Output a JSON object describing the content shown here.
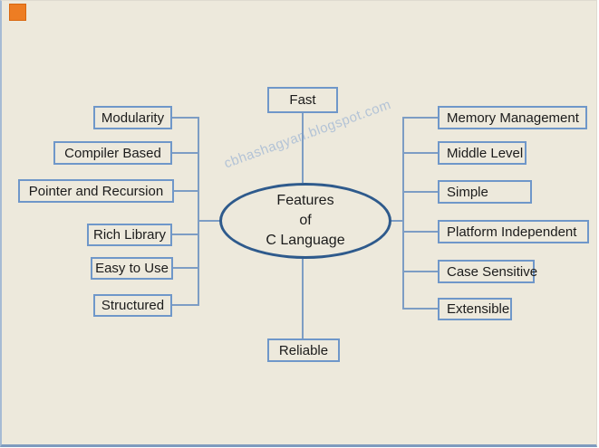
{
  "diagram": {
    "watermark": "cbhashagyan.blogspot.com",
    "center": {
      "line1": "Features",
      "line2": "of",
      "line3": "C Language"
    },
    "top_node": "Fast",
    "bottom_node": "Reliable",
    "left_branch": [
      "Modularity",
      "Compiler Based",
      "Pointer and Recursion",
      "Rich Library",
      "Easy to Use",
      "Structured"
    ],
    "right_branch": [
      "Memory Management",
      "Middle Level",
      "Simple",
      "Platform Independent",
      "Case Sensitive",
      "Extensible"
    ],
    "colors": {
      "background": "#EDE9DC",
      "box_border": "#6F97C9",
      "ellipse_border": "#2E5A8C",
      "connector": "#7D9DC4",
      "text": "#1B1B1B",
      "watermark": "#B3C3D6",
      "marker": "#ED7D23",
      "frame_left": "#A6BBD4",
      "frame_bottom": "#7E9BBE"
    }
  }
}
